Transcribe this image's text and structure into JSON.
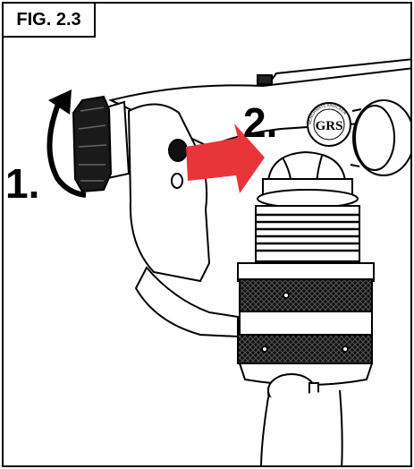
{
  "figure": {
    "label": "FIG. 2.3"
  },
  "steps": {
    "step1": "1.",
    "step2": "2."
  },
  "logo": {
    "text": "GRS",
    "ring_text": "BENCHMATE KNOCKER"
  },
  "colors": {
    "arrow": "#e8353a",
    "line": "#000000",
    "fill": "#ffffff"
  },
  "icons": [
    "rotation-arrow-icon",
    "push-arrow-icon"
  ]
}
